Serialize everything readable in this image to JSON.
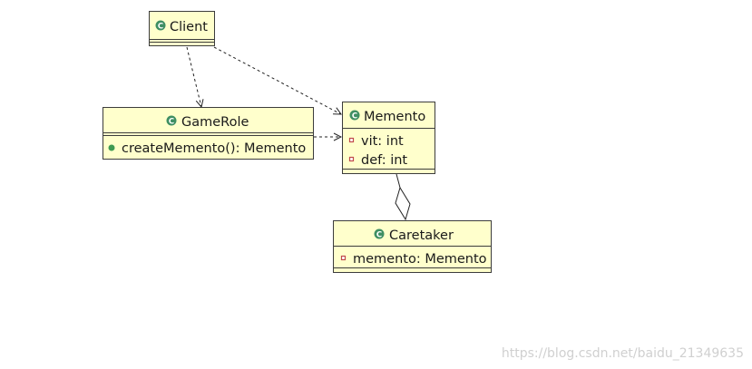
{
  "colors": {
    "class_fill": "#ffffcc",
    "class_border": "#3c3c3c",
    "class_icon": "#3f8f63",
    "private_marker": "#c04a4a",
    "public_marker": "#3f9a52",
    "edge": "#222222"
  },
  "classes": {
    "client": {
      "name": "Client",
      "icon": "class-icon"
    },
    "gamerole": {
      "name": "GameRole",
      "icon": "class-icon",
      "methods": [
        {
          "visibility": "public",
          "text": "createMemento(): Memento"
        }
      ]
    },
    "memento": {
      "name": "Memento",
      "icon": "class-icon",
      "attributes": [
        {
          "visibility": "private",
          "text": "vit: int"
        },
        {
          "visibility": "private",
          "text": "def: int"
        }
      ]
    },
    "caretaker": {
      "name": "Caretaker",
      "icon": "class-icon",
      "attributes": [
        {
          "visibility": "private",
          "text": "memento: Memento"
        }
      ]
    }
  },
  "relations": [
    {
      "from": "Client",
      "to": "GameRole",
      "kind": "dependency"
    },
    {
      "from": "Client",
      "to": "Memento",
      "kind": "dependency"
    },
    {
      "from": "GameRole",
      "to": "Memento",
      "kind": "dependency"
    },
    {
      "from": "Caretaker",
      "to": "Memento",
      "kind": "aggregation"
    }
  ],
  "watermark": "https://blog.csdn.net/baidu_21349635"
}
